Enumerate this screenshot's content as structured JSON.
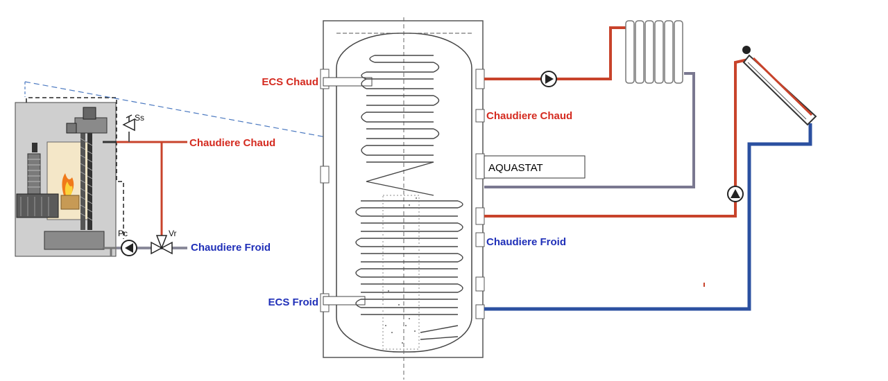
{
  "colors": {
    "hot": "#c8432b",
    "cold": "#2b50a0",
    "return_gray": "#7a7890",
    "hot_label": "#d42a1f",
    "cold_label": "#1f2fb8"
  },
  "labels": {
    "ecs_chaud": "ECS Chaud",
    "ecs_froid": "ECS Froid",
    "tank_chaudiere_chaud": "Chaudiere Chaud",
    "tank_chaudiere_froid": "Chaudiere Froid",
    "aquastat": "AQUASTAT",
    "boiler_chaudiere_chaud": "Chaudiere Chaud",
    "boiler_chaudiere_froid": "Chaudiere Froid",
    "safety_valve": "Ss",
    "boiler_pump": "Pc",
    "mixing_valve": "Vr"
  },
  "icons": [
    "boiler-unit",
    "storage-tank",
    "radiator",
    "solar-panel",
    "circulator-pump-icon",
    "three-way-valve-icon",
    "safety-valve-icon"
  ]
}
